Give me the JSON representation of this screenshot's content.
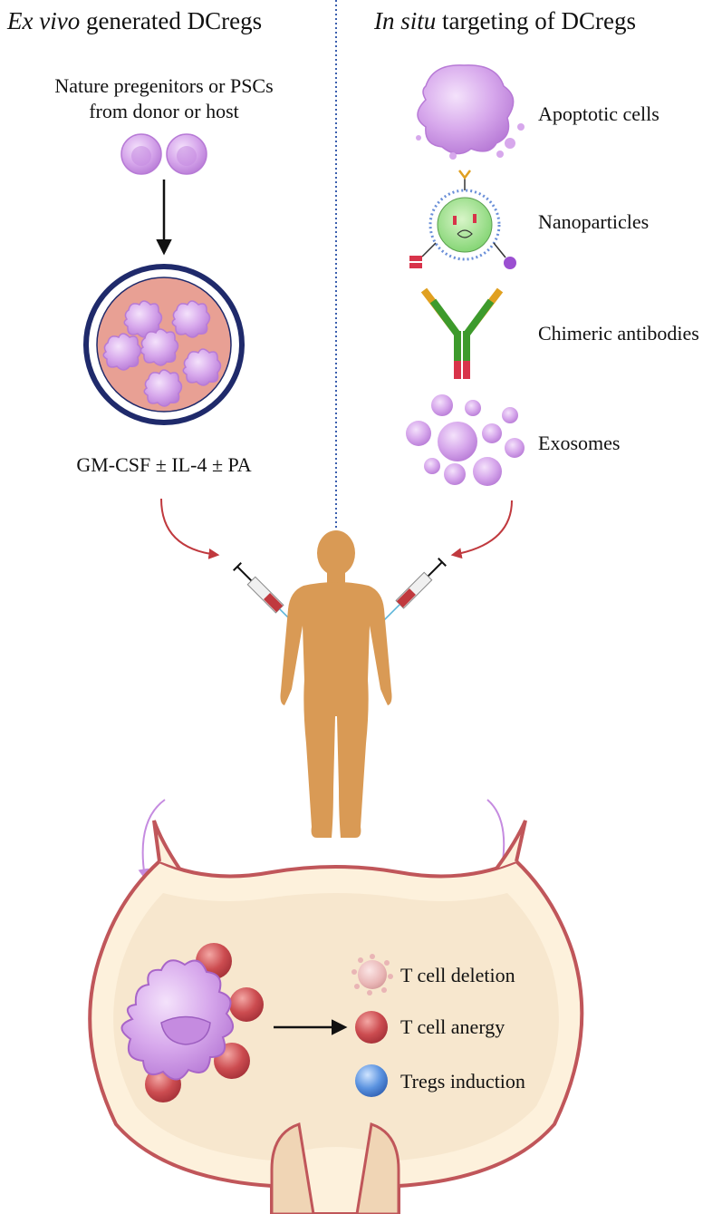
{
  "headings": {
    "left": {
      "italic": "Ex vivo",
      "rest": " generated DCregs"
    },
    "right": {
      "italic": "In situ",
      "rest": " targeting of DCregs"
    }
  },
  "left_panel": {
    "source_line1": "Nature pregenitors or PSCs",
    "source_line2": "from donor or host",
    "culture_label": "GM-CSF ± IL-4 ± PA"
  },
  "right_panel": {
    "items": [
      {
        "label": "Apoptotic cells",
        "icon": "apoptotic-cell-icon"
      },
      {
        "label": "Nanoparticles",
        "icon": "nanoparticle-icon"
      },
      {
        "label": "Chimeric antibodies",
        "icon": "antibody-icon"
      },
      {
        "label": "Exosomes",
        "icon": "exosome-icon"
      }
    ]
  },
  "outcomes": [
    {
      "label": "T cell deletion",
      "icon": "apoptotic-t-cell-icon"
    },
    {
      "label": "T cell anergy",
      "icon": "anergic-t-cell-icon"
    },
    {
      "label": "Tregs induction",
      "icon": "treg-cell-icon"
    }
  ],
  "colors": {
    "dc_purple": "#c58be0",
    "culture_dish": "#e8a094",
    "body": "#d99a55",
    "lymph_node_fill": "#fdf1dc",
    "lymph_node_border": "#c0565a",
    "t_cell_red": "#c9454a",
    "treg_blue": "#4f86d9",
    "arrow_red": "#c0393e",
    "arrow_purple": "#c58be0",
    "divider_blue": "#3b5fae"
  }
}
